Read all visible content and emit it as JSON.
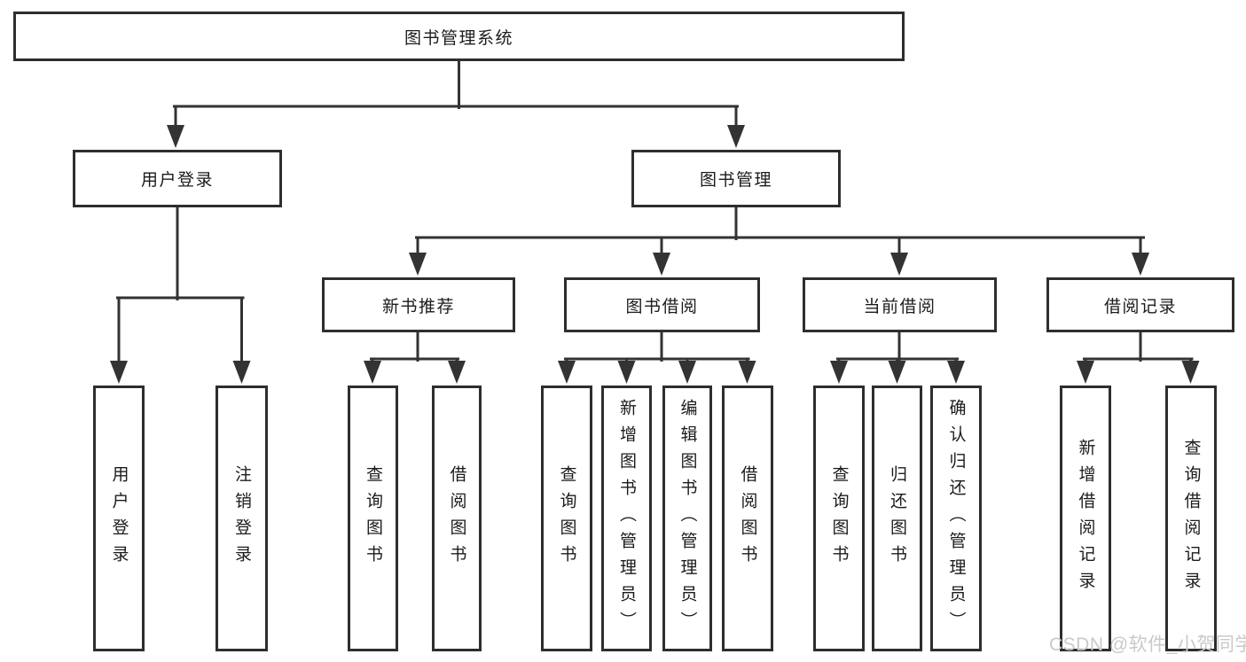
{
  "colors": {
    "line": "#333333",
    "box_border": "#2e2e2e",
    "background": "#ffffff",
    "text": "#1b1b1b",
    "watermark": "#c9c9c9"
  },
  "diagram": {
    "root": {
      "label": "图书管理系统"
    },
    "branches": [
      {
        "label": "用户登录",
        "children": [
          {
            "label": "用户登录"
          },
          {
            "label": "注销登录"
          }
        ]
      },
      {
        "label": "图书管理",
        "children": [
          {
            "label": "新书推荐",
            "children": [
              {
                "label": "查询图书"
              },
              {
                "label": "借阅图书"
              }
            ]
          },
          {
            "label": "图书借阅",
            "children": [
              {
                "label": "查询图书"
              },
              {
                "label": "新增图书（管理员）"
              },
              {
                "label": "编辑图书（管理员）"
              },
              {
                "label": "借阅图书"
              }
            ]
          },
          {
            "label": "当前借阅",
            "children": [
              {
                "label": "查询图书"
              },
              {
                "label": "归还图书"
              },
              {
                "label": "确认归还（管理员）"
              }
            ]
          },
          {
            "label": "借阅记录",
            "children": [
              {
                "label": "新增借阅记录"
              },
              {
                "label": "查询借阅记录"
              }
            ]
          }
        ]
      }
    ]
  },
  "watermark": {
    "label": "CSDN @软件_小贺同学"
  }
}
